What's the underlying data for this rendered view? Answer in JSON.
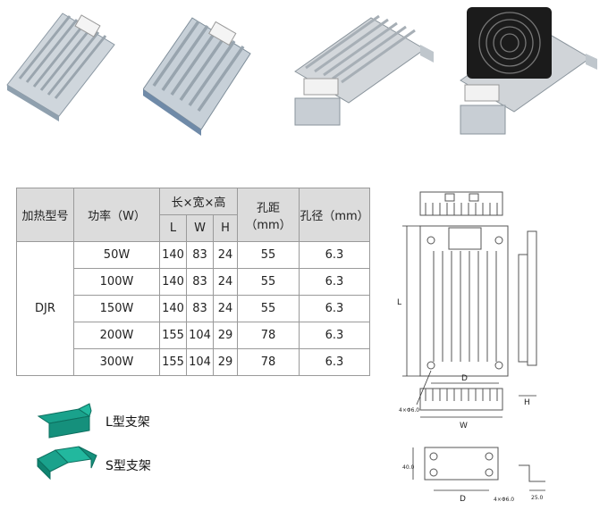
{
  "photos": [
    {
      "name": "heater-small-photo"
    },
    {
      "name": "heater-medium-photo"
    },
    {
      "name": "heater-bracket-photo"
    },
    {
      "name": "heater-fan-photo"
    }
  ],
  "table": {
    "col_model": "加热型号",
    "col_power": "功率（W）",
    "col_size": "长×宽×高",
    "sub_l": "L",
    "sub_w": "W",
    "sub_h": "H",
    "col_hole_dist": "孔距（mm）",
    "col_hole_dia": "孔径（mm）",
    "model": "DJR",
    "rows": [
      {
        "power": "50W",
        "l": "140",
        "w": "83",
        "h": "24",
        "dist": "55",
        "dia": "6.3"
      },
      {
        "power": "100W",
        "l": "140",
        "w": "83",
        "h": "24",
        "dist": "55",
        "dia": "6.3"
      },
      {
        "power": "150W",
        "l": "140",
        "w": "83",
        "h": "24",
        "dist": "55",
        "dia": "6.3"
      },
      {
        "power": "200W",
        "l": "155",
        "w": "104",
        "h": "29",
        "dist": "78",
        "dia": "6.3"
      },
      {
        "power": "300W",
        "l": "155",
        "w": "104",
        "h": "29",
        "dist": "78",
        "dia": "6.3"
      }
    ]
  },
  "brackets": {
    "l_label": "L型支架",
    "s_label": "S型支架"
  },
  "drawing": {
    "dim_l": "L",
    "dim_d": "D",
    "dim_w": "W",
    "dim_h": "H",
    "hole_note": "4×Φ6.0",
    "dim_40": "40.0",
    "dim_d2": "D",
    "hole_note2": "4×Φ6.0",
    "dim_25": "25.0"
  },
  "colors": {
    "bracket": "#1aa28c",
    "bracket_dark": "#0d6f5f",
    "header_bg": "#dcdcdc"
  }
}
